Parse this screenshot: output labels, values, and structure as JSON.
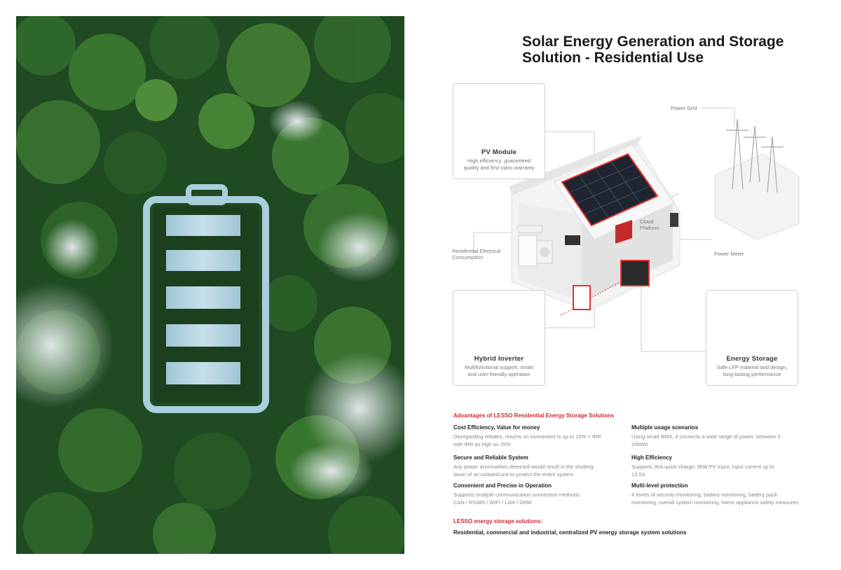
{
  "title": "Solar Energy Generation and Storage Solution - Residential Use",
  "diagram": {
    "pv_module": {
      "name": "PV Module",
      "desc_line1": "High efficiency, guaranteed",
      "desc_line2": "quality and first-class warranty"
    },
    "hybrid_inverter": {
      "name": "Hybrid Inverter",
      "desc_line1": "Multifunctional support, smart",
      "desc_line2": "and user-friendly operation"
    },
    "energy_storage": {
      "name": "Energy Storage",
      "desc_line1": "Safe LFP material and design,",
      "desc_line2": "long-lasting performance"
    },
    "labels": {
      "power_grid": "Power Grid",
      "cloud_platform_line1": "Cloud",
      "cloud_platform_line2": "Platform",
      "residential_line1": "Residential Electrical",
      "residential_line2": "Consumption",
      "power_meter": "Power Meter"
    },
    "colors": {
      "accent": "#e8302f",
      "grid": "#cccccc"
    }
  },
  "advantages": {
    "heading": "Advantages of LESSO Residential Energy Storage Solutions",
    "items": [
      {
        "title": "Cost Efficiency, Value for money",
        "line1": "Disregarding rebates, returns on investment is up to 15% + IRR",
        "line2": "with IRR as high as 25%"
      },
      {
        "title": "Multiple usage scenarios",
        "line1": "Using smart BMS, it connects a wide range of power, between 5 -",
        "line2": "20kWh"
      },
      {
        "title": "Secure and Reliable System",
        "line1": "Any power anormalities detected would result in the shutting",
        "line2": "down of an isolated unit to protect the entire system"
      },
      {
        "title": "High Efficiency",
        "line1": "Supports 30A quick charge, 9kW PV input, input current up to",
        "line2": "13.5A"
      },
      {
        "title": "Convenient and Precise in Operation",
        "line1": "Supports multiple communication connection methods:",
        "line2": "CAN / RS485 / WIFI / LAN / DRM"
      },
      {
        "title": "Multi-level protection",
        "line1": "4 levels of security monitoring: battery monitoring, battery pack",
        "line2": "monitoring, overall system monitoring, home appliance safety measures"
      }
    ]
  },
  "solutions": {
    "heading": "LESSO energy storage solutions:",
    "text": "Residential, commercial and industrial, centralized PV energy storage system solutions"
  },
  "accent_color": "#d0262d"
}
